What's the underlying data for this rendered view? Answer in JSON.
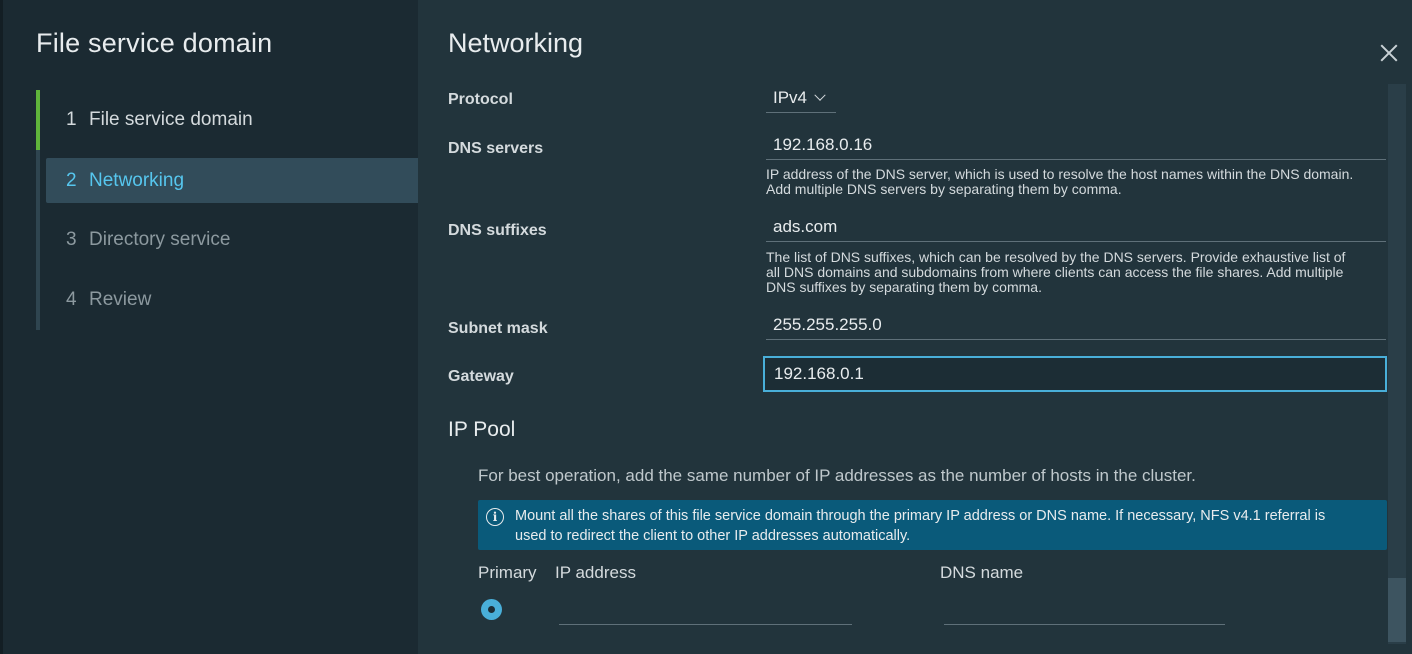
{
  "wizard": {
    "title": "File service domain",
    "steps": [
      {
        "num": "1",
        "label": "File service domain"
      },
      {
        "num": "2",
        "label": "Networking"
      },
      {
        "num": "3",
        "label": "Directory service"
      },
      {
        "num": "4",
        "label": "Review"
      }
    ],
    "active_step": 2
  },
  "main": {
    "title": "Networking",
    "protocol": {
      "label": "Protocol",
      "value": "IPv4",
      "icon": "chevron-down-icon"
    },
    "dns_servers": {
      "label": "DNS servers",
      "value": "192.168.0.16",
      "helper_line1": "IP address of the DNS server, which is used to resolve the host names within the DNS domain.",
      "helper_line2": "Add multiple DNS servers by separating them by comma."
    },
    "dns_suffixes": {
      "label": "DNS suffixes",
      "value": "ads.com",
      "helper_line1": "The list of DNS suffixes, which can be resolved by the DNS servers. Provide exhaustive list of",
      "helper_line2": "all DNS domains and subdomains from where clients can access the file shares. Add multiple",
      "helper_line3": "DNS suffixes by separating them by comma."
    },
    "subnet_mask": {
      "label": "Subnet mask",
      "value": "255.255.255.0"
    },
    "gateway": {
      "label": "Gateway",
      "value": "192.168.0.1"
    }
  },
  "ip_pool": {
    "title": "IP Pool",
    "intro": "For best operation, add the same number of IP addresses as the number of hosts in the cluster.",
    "alert": {
      "icon": "info-icon",
      "text_line1": "Mount all the shares of this file service domain through the primary IP address or DNS name. If necessary, NFS v4.1 referral is",
      "text_line2": "used to redirect the client to other IP addresses automatically."
    },
    "columns": {
      "primary": "Primary",
      "ip": "IP address",
      "dns": "DNS name"
    },
    "rows": [
      {
        "primary": true,
        "ip": "",
        "dns": ""
      }
    ]
  },
  "colors": {
    "accent": "#49afd9",
    "active_step_text": "#56c6ee",
    "progress": "#5fb43b",
    "alert_bg": "#0a5a7a"
  }
}
